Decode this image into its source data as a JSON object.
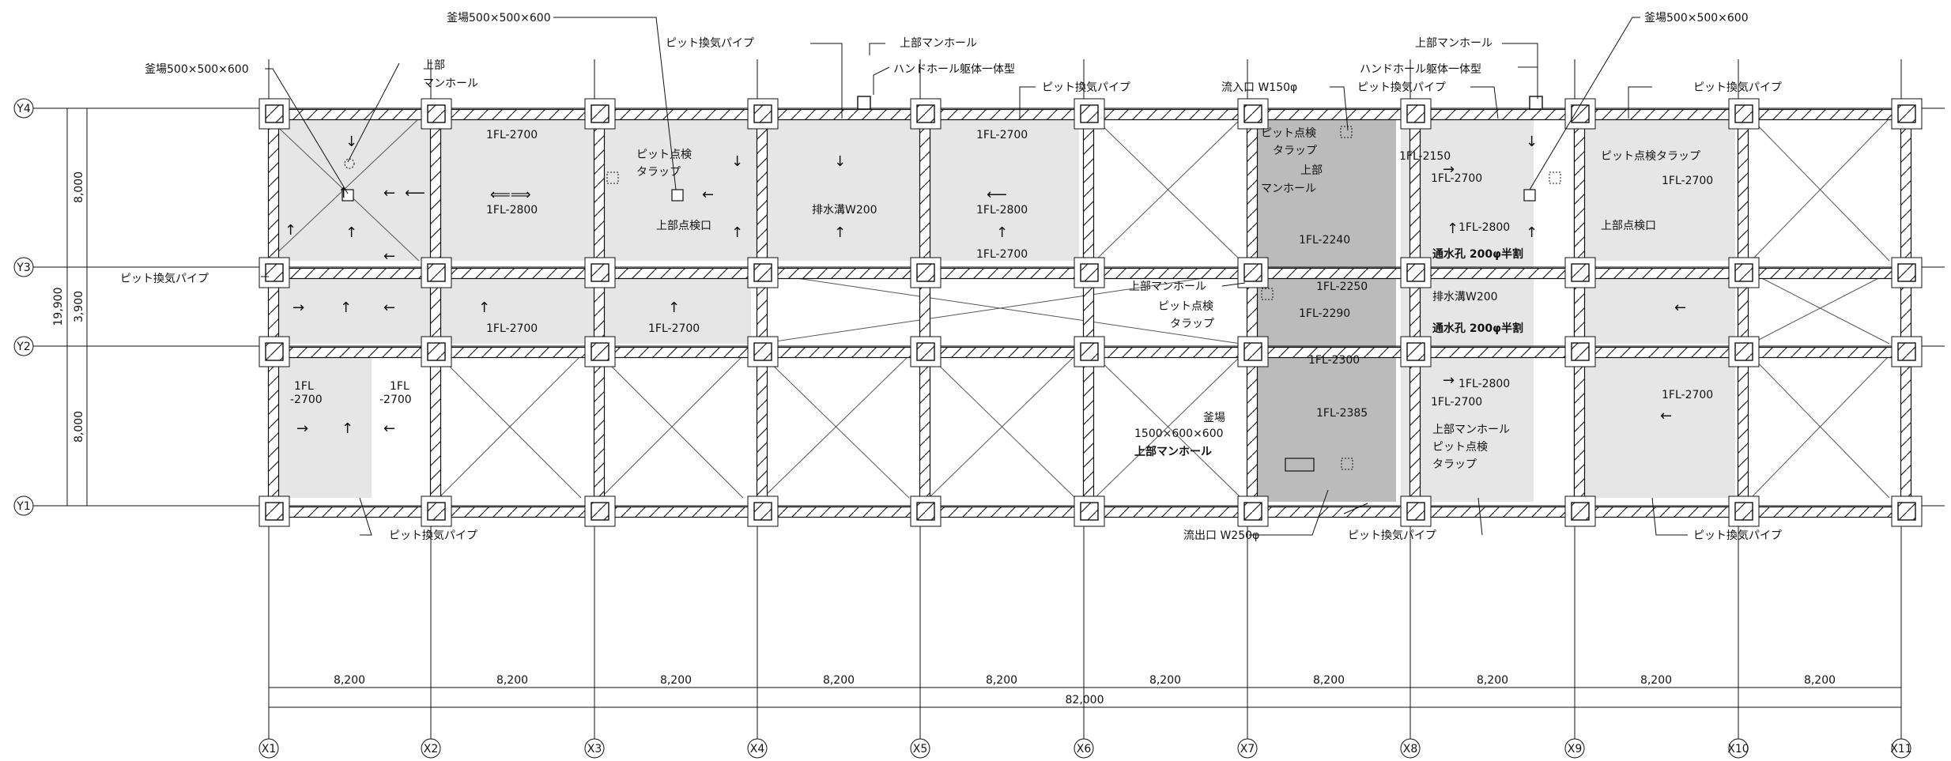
{
  "grid": {
    "x_axes": [
      "X1",
      "X2",
      "X3",
      "X4",
      "X5",
      "X6",
      "X7",
      "X8",
      "X9",
      "X10",
      "X11"
    ],
    "y_axes": [
      "Y4",
      "Y3",
      "Y2",
      "Y1"
    ]
  },
  "dimensions": {
    "bay_x": [
      "8,200",
      "8,200",
      "8,200",
      "8,200",
      "8,200",
      "8,200",
      "8,200",
      "8,200",
      "8,200",
      "8,200"
    ],
    "total_x": "82,000",
    "bay_y": [
      "8,000",
      "3,900",
      "8,000"
    ],
    "total_y": "19,900"
  },
  "labels": {
    "kamaba_left_top": "釜場500×500×600",
    "kamaba_left": "釜場500×500×600",
    "joubu_manhole_1a": "上部",
    "joubu_manhole_1b": "マンホール",
    "pit_pipe_top": "ピット換気パイプ",
    "joubu_manhole_top": "上部マンホール",
    "handhole_top": "ハンドホール躯体一体型",
    "pit_pipe_top2": "ピット換気パイプ",
    "ryunyu": "流入口 W150φ",
    "pit_pipe_top3": "ピット換気パイプ",
    "handhole_right": "ハンドホール躯体一体型",
    "joubu_manhole_right": "上部マンホール",
    "pit_pipe_right": "ピット換気パイプ",
    "kamaba_right": "釜場500×500×600",
    "fl2700_a": "1FL-2700",
    "fl2700_b": "1FL-2700",
    "pit_tenken_1a": "ピット点検",
    "pit_tenken_1b": "タラップ",
    "fl2800_a": "1FL-2800",
    "joubu_tenken_a": "上部点検口",
    "haisui_a": "排水溝W200",
    "fl2800_b": "1FL-2800",
    "fl2700_c": "1FL-2700",
    "pit_tenken_2a": "ピット点検",
    "pit_tenken_2b": "タラップ",
    "joubu_manhole_2a": "上部",
    "joubu_manhole_2b": "マンホール",
    "fl2150": "1FL-2150",
    "fl2700_d": "1FL-2700",
    "fl2800_c": "1FL-2800",
    "pit_tenken_tarap_r": "ピット点検タラップ",
    "joubu_tenken_r": "上部点検口",
    "fl2700_e": "1FL-2700",
    "fl2240": "1FL-2240",
    "tsusui_a": "通水孔 200φ半割",
    "pit_pipe_left": "ピット換気パイプ",
    "joubu_manhole_mid": "上部マンホール",
    "pit_tenken_3a": "ピット点検",
    "pit_tenken_3b": "タラップ",
    "fl2250": "1FL-2250",
    "haisui_b": "排水溝W200",
    "fl2290": "1FL-2290",
    "tsusui_b": "通水孔 200φ半割",
    "fl2300": "1FL-2300",
    "fl2700_f": "1FL-2700",
    "fl2700_g": "1FL-2700",
    "fl2700_h1": "1FL",
    "fl2700_h2": "-2700",
    "fl2700_i1": "1FL",
    "fl2700_i2": "-2700",
    "fl2800_d": "1FL-2800",
    "fl2700_j": "1FL-2700",
    "fl2700_k": "1FL-2700",
    "kamaba_mid1": "釜場",
    "kamaba_mid2": "1500×600×600",
    "fl2385": "1FL-2385",
    "joubu_manhole_mid2": "上部マンホール",
    "joubu_manhole_r2": "上部マンホール",
    "pit_tenken_4a": "ピット点検",
    "pit_tenken_4b": "タラップ",
    "pit_pipe_bl": "ピット換気パイプ",
    "ryushutsu": "流出口 W250φ",
    "pit_pipe_bm": "ピット換気パイプ",
    "pit_pipe_br": "ピット換気パイプ"
  }
}
